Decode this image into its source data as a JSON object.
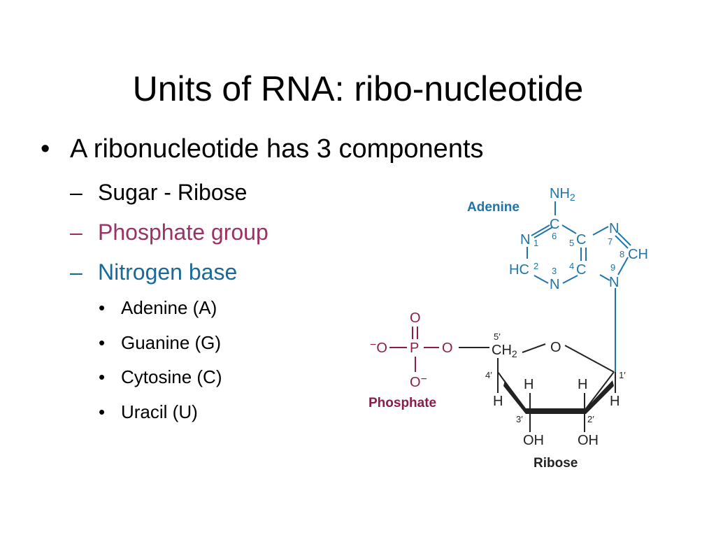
{
  "slide": {
    "title": "Units of RNA: ribo-nucleotide",
    "bullet": "A ribonucleotide has 3 components",
    "components": [
      {
        "text": "Sugar - Ribose",
        "color": "#000000"
      },
      {
        "text": "Phosphate group",
        "color": "#993366"
      },
      {
        "text": "Nitrogen base",
        "color": "#1a6a96"
      }
    ],
    "bases": [
      "Adenine (A)",
      "Guanine (G)",
      "Cytosine (C)",
      "Uracil (U)"
    ],
    "bullet_mark": "•",
    "dash_mark": "–"
  },
  "diagram": {
    "colors": {
      "adenine": "#1f74a8",
      "phosphate": "#8c1c4a",
      "ribose": "#222222"
    },
    "adenine_label": "Adenine",
    "phosphate_label": "Phosphate",
    "ribose_label": "Ribose",
    "adenine_atoms": {
      "nh": "NH",
      "nh_sub": "2",
      "c6": "C",
      "n1": "N",
      "c5": "C",
      "n7": "N",
      "c8": "CH",
      "hc2": "HC",
      "n3": "N",
      "c4": "C",
      "n9": "N"
    },
    "adenine_numbers": {
      "n1": "1",
      "c2": "2",
      "n3": "3",
      "c4": "4",
      "c5": "5",
      "c6": "6",
      "n7": "7",
      "c8": "8",
      "n9": "9"
    },
    "phosphate_atoms": {
      "o_top": "O",
      "p": "P",
      "o_left": "O",
      "o_left_charge": "−",
      "o_right": "O",
      "o_bottom": "O",
      "o_bottom_charge": "−"
    },
    "ribose_atoms": {
      "ch": "CH",
      "ch_sub": "2",
      "ring_o": "O",
      "h_left": "H",
      "h_mid_left": "H",
      "h_mid_right": "H",
      "h_right": "H",
      "oh_left": "OH",
      "oh_right": "OH"
    },
    "ribose_primes": {
      "p5": "5′",
      "p4": "4′",
      "p3": "3′",
      "p2": "2′",
      "p1": "1′"
    }
  }
}
